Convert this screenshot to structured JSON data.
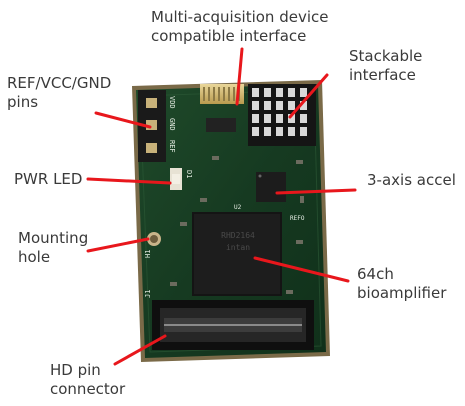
{
  "labels": {
    "multi_acq": [
      "Multi-acquisition device",
      "compatible interface"
    ],
    "stackable": [
      "Stackable",
      "interface"
    ],
    "ref_vcc_gnd": [
      "REF/VCC/GND",
      "pins"
    ],
    "pwr_led": [
      "PWR LED"
    ],
    "accel": [
      "3-axis accel"
    ],
    "mounting_hole": [
      "Mounting",
      "hole"
    ],
    "bioamp": [
      "64ch",
      "bioamplifier"
    ],
    "hd_pin": [
      "HD pin",
      "connector"
    ]
  },
  "silkscreen": {
    "vdd": "VDD",
    "gnd": "GND",
    "ref": "REF",
    "d1": "D1",
    "chip_model": "RHD2164",
    "chip_vendor": "intan",
    "u2": "U2",
    "j1": "J1",
    "h1": "H1",
    "refo": "REFO"
  },
  "colors": {
    "arrow": "#e8171c",
    "label_text": "#3a3a3a",
    "pcb": "#173b22",
    "pcb_edge": "#6b5a3a"
  }
}
